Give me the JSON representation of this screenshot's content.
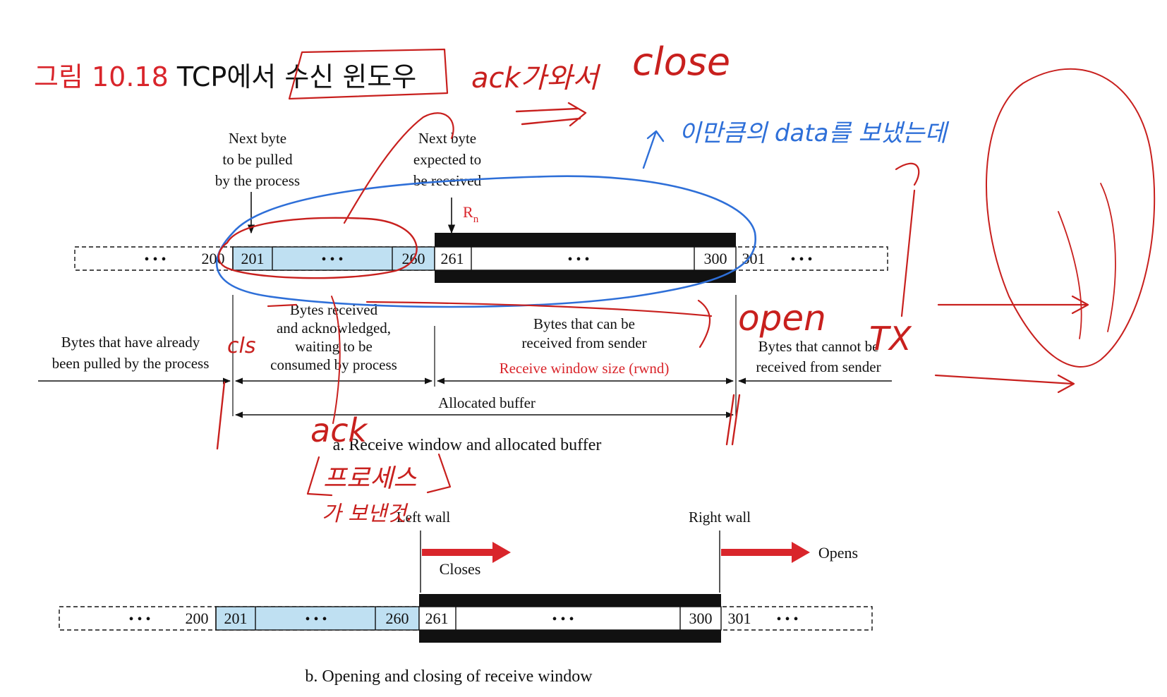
{
  "title": {
    "label": "그림 10.18",
    "text": "TCP에서 수신 윈도우"
  },
  "colors": {
    "accent_red": "#d9252b",
    "buffer_blue": "#bfe0f2",
    "window_black": "#111111",
    "pen_red": "#c8201e",
    "pen_blue": "#2e6fd8"
  },
  "diagram_a": {
    "next_byte_pulled": [
      "Next byte",
      "to be pulled",
      "by the process"
    ],
    "next_byte_expected": [
      "Next byte",
      "expected to",
      "be received"
    ],
    "pointer_label": "R",
    "pointer_subscript": "n",
    "cells": {
      "left_dots": "• • •",
      "n200": "200",
      "n201": "201",
      "mid_dots": "• • •",
      "n260": "260",
      "n261": "261",
      "win_dots": "• • •",
      "n300": "300",
      "n301": "301",
      "right_dots": "• • •"
    },
    "region_pulled": [
      "Bytes that have already",
      "been pulled by the process"
    ],
    "region_acked": [
      "Bytes received",
      "and  acknowledged,",
      "waiting to be",
      "consumed by process"
    ],
    "region_window": [
      "Bytes that can be",
      "received from sender"
    ],
    "rwnd_label": "Receive window size (rwnd)",
    "region_cannot": [
      "Bytes that cannot be",
      "received from sender"
    ],
    "allocated_label": "Allocated buffer",
    "caption": "a. Receive window and allocated buffer"
  },
  "diagram_b": {
    "left_wall": "Left wall",
    "right_wall": "Right wall",
    "closes": "Closes",
    "opens": "Opens",
    "cells": {
      "left_dots": "• • •",
      "n200": "200",
      "n201": "201",
      "mid_dots": "• • •",
      "n260": "260",
      "n261": "261",
      "win_dots": "• • •",
      "n300": "300",
      "n301": "301",
      "right_dots": "• • •"
    },
    "caption": "b. Opening and  closing of receive window"
  },
  "annotations": {
    "note_ack_close": "ack가와서",
    "note_close": "close",
    "note_data": "이만큼의 data를 보냈는데",
    "note_open": "open",
    "note_tx": "TX",
    "note_ack_left": "ack",
    "note_cls": "cls",
    "note_process": "프로세스",
    "note_process2": "가 보낸것."
  }
}
